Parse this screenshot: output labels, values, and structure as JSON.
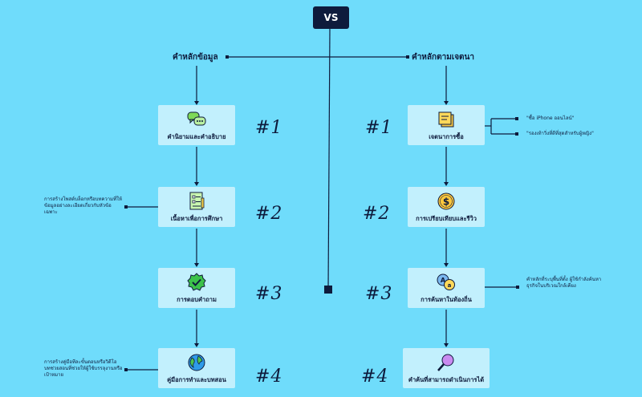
{
  "vs_label": "VS",
  "left": {
    "heading": "คำหลักข้อมูล",
    "cards": [
      {
        "label": "คำนิยามและคำอธิบาย",
        "icon": "speech-bubbles-icon",
        "number": "#1"
      },
      {
        "label": "เนื้อหาเพื่อการศึกษา",
        "icon": "document-checklist-icon",
        "number": "#2"
      },
      {
        "label": "การตอบคำถาม",
        "icon": "check-badge-icon",
        "number": "#3"
      },
      {
        "label": "คู่มือการทำและบทสอน",
        "icon": "globe-icon",
        "number": "#4"
      }
    ],
    "notes": [
      "การสร้างโพสต์บล็อกหรือบทความที่ให้ข้อมูลอย่างละเอียดเกี่ยวกับหัวข้อเฉพาะ",
      "การสร้างคู่มือทีละขั้นตอนหรือวิดีโอบทช่วยสอนที่ช่วยให้ผู้ใช้บรรลุงานหรือเป้าหมาย"
    ]
  },
  "right": {
    "heading": "คำหลักตามเจตนา",
    "cards": [
      {
        "label": "เจตนาการซื้อ",
        "icon": "sticky-notes-icon",
        "number": "#1"
      },
      {
        "label": "การเปรียบเทียบและรีวิว",
        "icon": "dollar-coin-icon",
        "number": "#2"
      },
      {
        "label": "การค้นหาในท้องถิ่น",
        "icon": "translate-bubbles-icon",
        "number": "#3"
      },
      {
        "label": "คำค้นที่สามารถดำเนินการได้",
        "icon": "magnifier-icon",
        "number": "#4"
      }
    ],
    "notes": [
      "\"ซื้อ iPhone ออนไลน์\"",
      "\"รองเท้าวิ่งที่ดีที่สุดสำหรับผู้หญิง\"",
      "คำหลักที่ระบุพื้นที่ตั้ง ผู้ใช้กำลังค้นหาธุรกิจในบริเวณใกล้เคียง"
    ]
  },
  "colors": {
    "background": "#6fdcfb",
    "card": "#c2f0fd",
    "ink": "#0e1b3c"
  }
}
